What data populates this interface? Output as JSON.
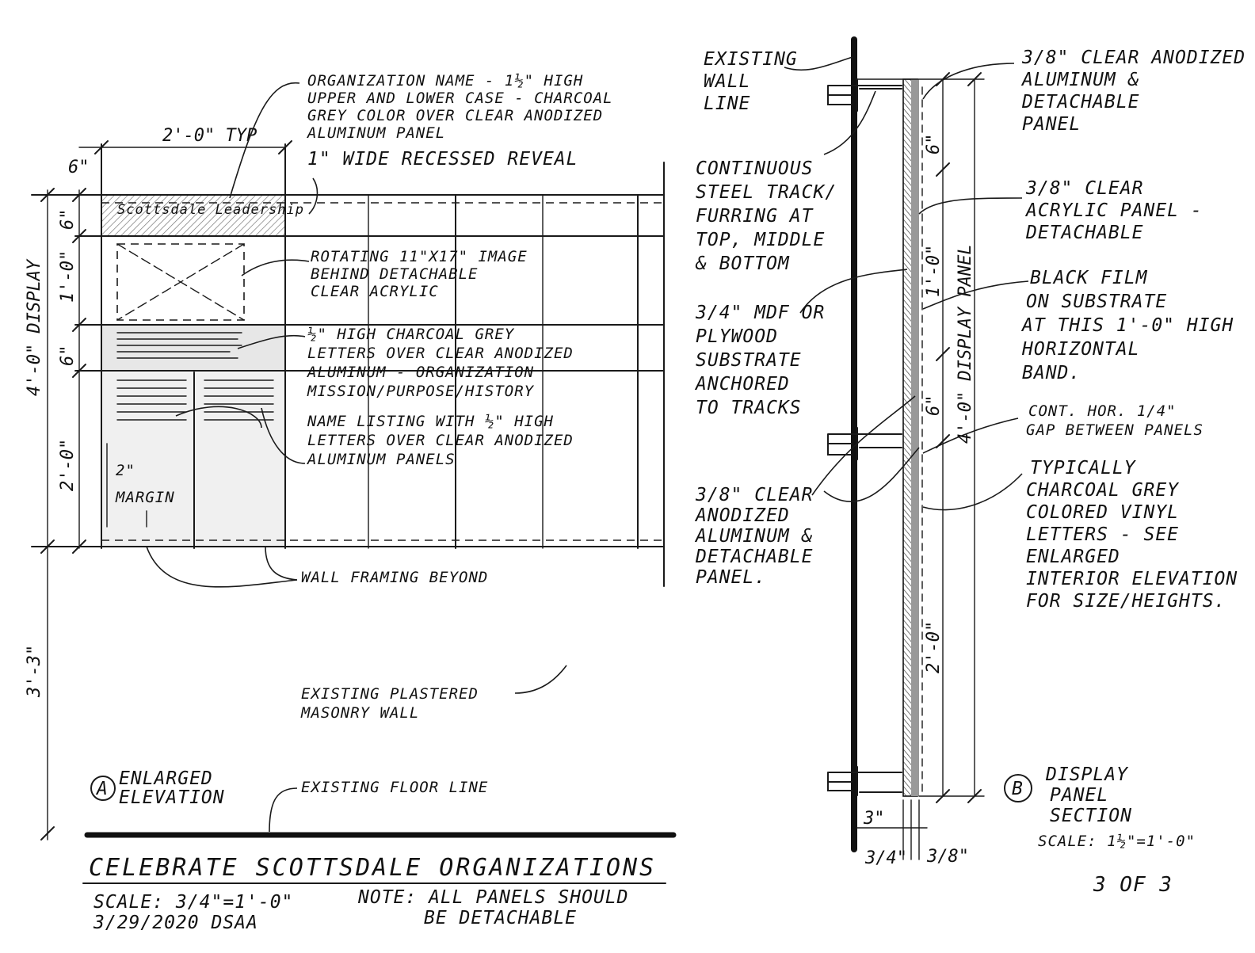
{
  "elevation": {
    "width_dim": "2'-0\" TYP",
    "top_margin_dim": "6\"",
    "band_dims": [
      "6\"",
      "1'-0\"",
      "6\"",
      "2'-0\""
    ],
    "display_dim": "4'-0\" DISPLAY",
    "below_dim": "3'-3\"",
    "margin_dim": "2\"",
    "margin_label": "MARGIN",
    "panel_title": "Scottsdale Leadership",
    "notes": {
      "org_name": [
        "ORGANIZATION NAME - 1½\" HIGH",
        "UPPER AND LOWER CASE - CHARCOAL",
        "GREY COLOR OVER CLEAR ANODIZED",
        "ALUMINUM PANEL"
      ],
      "reveal": "1\" WIDE RECESSED REVEAL",
      "rotating": [
        "ROTATING 11\"X17\" IMAGE",
        "BEHIND DETACHABLE",
        "CLEAR ACRYLIC"
      ],
      "letters": [
        "½\" HIGH CHARCOAL GREY",
        "LETTERS OVER CLEAR ANODIZED",
        "ALUMINUM - ORGANIZATION",
        "MISSION/PURPOSE/HISTORY"
      ],
      "names": [
        "NAME LISTING WITH ½\" HIGH",
        "LETTERS OVER CLEAR ANODIZED",
        "ALUMINUM PANELS"
      ],
      "wall_framing": "WALL FRAMING BEYOND",
      "plastered": [
        "EXISTING PLASTERED",
        "MASONRY WALL"
      ],
      "floor": "EXISTING FLOOR LINE"
    },
    "tag_letter": "A",
    "tag_title": [
      "ENLARGED",
      "ELEVATION"
    ]
  },
  "section": {
    "notes": {
      "wall": [
        "EXISTING",
        "WALL",
        "LINE"
      ],
      "track": [
        "CONTINUOUS",
        "STEEL TRACK/",
        "FURRING AT",
        "TOP, MIDDLE",
        "& BOTTOM"
      ],
      "mdf": [
        "3/4\" MDF OR",
        "PLYWOOD",
        "SUBSTRATE",
        "ANCHORED",
        "TO TRACKS"
      ],
      "alum_low": [
        "3/8\" CLEAR",
        "ANODIZED",
        "ALUMINUM &",
        "DETACHABLE",
        "PANEL."
      ],
      "alum_top": [
        "3/8\" CLEAR ANODIZED",
        "ALUMINUM &",
        "DETACHABLE",
        "PANEL"
      ],
      "acrylic": [
        "3/8\" CLEAR",
        "ACRYLIC PANEL -",
        "DETACHABLE"
      ],
      "film": [
        "BLACK FILM",
        "ON SUBSTRATE",
        "AT THIS 1'-0\" HIGH",
        "HORIZONTAL",
        "BAND."
      ],
      "gap": [
        "CONT. HOR. 1/4\"",
        "GAP BETWEEN PANELS"
      ],
      "vinyl": [
        "TYPICALLY",
        "CHARCOAL GREY",
        "COLORED VINYL",
        "LETTERS - SEE",
        "ENLARGED",
        "INTERIOR ELEVATION",
        "FOR SIZE/HEIGHTS."
      ]
    },
    "dims": {
      "d6a": "6\"",
      "d1": "1'-0\"",
      "d6b": "6\"",
      "d2": "2'-0\"",
      "display": "4'-0\" DISPLAY PANEL",
      "d3": "3\"",
      "d34": "3/4\"",
      "d38": "3/8\""
    },
    "tag_letter": "B",
    "tag_title": [
      "DISPLAY",
      "PANEL",
      "SECTION"
    ],
    "scale": "SCALE: 1½\"=1'-0\""
  },
  "title_block": {
    "title": "CELEBRATE SCOTTSDALE ORGANIZATIONS",
    "scale": "SCALE: 3/4\"=1'-0\"",
    "date": "3/29/2020 DSAA",
    "note": [
      "NOTE: ALL PANELS SHOULD",
      "BE DETACHABLE"
    ],
    "sheet": "3 OF 3"
  }
}
